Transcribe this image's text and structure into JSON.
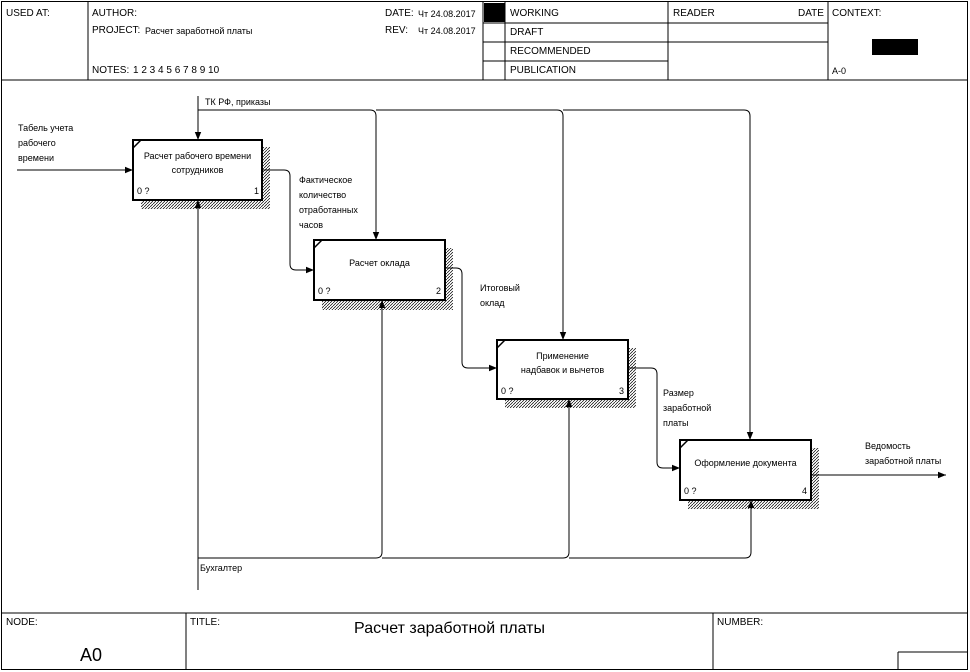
{
  "header": {
    "used_at": "USED AT:",
    "author": "AUTHOR:",
    "project_label": "PROJECT:",
    "project_value": "Расчет заработной платы",
    "notes_label": "NOTES:",
    "notes_values": "1  2  3  4  5  6  7  8  9  10",
    "date_label": "DATE:",
    "date_value": "Чт 24.08.2017",
    "rev_label": "REV:",
    "rev_value": "Чт 24.08.2017",
    "status": [
      "WORKING",
      "DRAFT",
      "RECOMMENDED",
      "PUBLICATION"
    ],
    "reader": "READER",
    "reader_date": "DATE",
    "context": "CONTEXT:",
    "context_node": "A-0"
  },
  "boxes": [
    {
      "line1": "Расчет рабочего времени",
      "line2": "сотрудников",
      "cost": "0 ?",
      "num": "1"
    },
    {
      "line1": "Расчет оклада",
      "line2": "",
      "cost": "0 ?",
      "num": "2"
    },
    {
      "line1": "Применение",
      "line2": "надбавок и вычетов",
      "cost": "0 ?",
      "num": "3"
    },
    {
      "line1": "Оформление документа",
      "line2": "",
      "cost": "0 ?",
      "num": "4"
    }
  ],
  "arrows": {
    "input_tabel": [
      "Табель учета",
      "рабочего",
      "времени"
    ],
    "control": "ТК РФ, приказы",
    "fact_hours": [
      "Фактическое",
      "количество",
      "отработанных",
      "часов"
    ],
    "itog": [
      "Итоговый",
      "оклад"
    ],
    "size": [
      "Размер",
      "заработной",
      "платы"
    ],
    "output": [
      "Ведомость",
      "заработной платы"
    ],
    "mechanism": "Бухгалтер"
  },
  "footer": {
    "node_label": "NODE:",
    "node_value": "A0",
    "title_label": "TITLE:",
    "title_value": "Расчет заработной платы",
    "number_label": "NUMBER:"
  }
}
